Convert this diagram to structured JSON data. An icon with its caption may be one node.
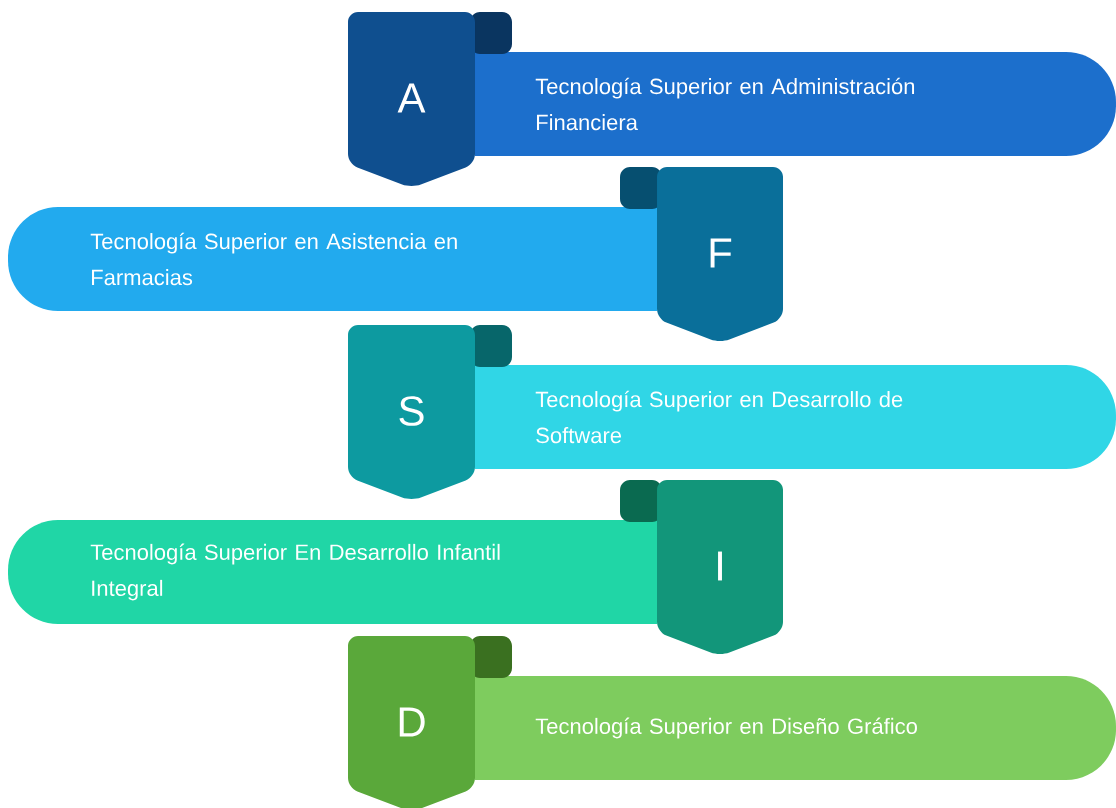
{
  "diagram": {
    "nodes": [
      {
        "text": [
          "A"
        ]
      },
      {
        "text": [
          "Tecnología Superior en Administración Financiera"
        ]
      },
      {
        "text": [
          "Tecnología Superior en Asistencia en Farmacias"
        ]
      },
      {
        "text": [
          "F"
        ]
      },
      {
        "text": [
          "S"
        ]
      },
      {
        "text": [
          "Tecnología Superior en Desarrollo de Software"
        ]
      },
      {
        "text": [
          "Tecnología Superior En Desarrollo Infantil Integral"
        ]
      },
      {
        "text": [
          "I"
        ]
      },
      {
        "text": [
          "D"
        ]
      },
      {
        "text": [
          "Tecnología Superior en Diseño Gráfico"
        ]
      }
    ]
  }
}
